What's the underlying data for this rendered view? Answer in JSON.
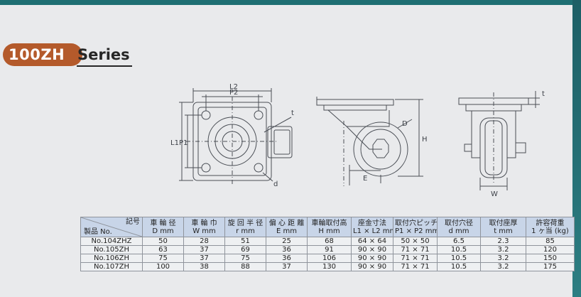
{
  "series": {
    "code": "100ZH",
    "name": "Series"
  },
  "drawing_labels": {
    "top_view": [
      "L2",
      "P2",
      "L1",
      "P1",
      "t",
      "d"
    ],
    "side_view": [
      "D",
      "H",
      "E"
    ],
    "front_view": [
      "t",
      "W"
    ]
  },
  "table": {
    "corner_top": "記号",
    "corner_bottom": "製品 No.",
    "columns": [
      {
        "top": "車 輪 径",
        "bottom": "D mm"
      },
      {
        "top": "車 輪 巾",
        "bottom": "W mm"
      },
      {
        "top": "旋 回 半 径",
        "bottom": "r mm"
      },
      {
        "top": "偏 心 距 離",
        "bottom": "E mm"
      },
      {
        "top": "車輪取付高",
        "bottom": "H mm"
      },
      {
        "top": "座金寸法",
        "bottom": "L1 × L2 mm"
      },
      {
        "top": "取付穴ピッチ",
        "bottom": "P1 × P2 mm"
      },
      {
        "top": "取付穴径",
        "bottom": "d mm"
      },
      {
        "top": "取付座厚",
        "bottom": "t mm"
      },
      {
        "top": "許容荷重",
        "bottom": "1 ヶ当 (kg)"
      }
    ],
    "rows": [
      {
        "no": "No.104ZHZ",
        "cells": [
          "50",
          "28",
          "51",
          "25",
          "68",
          "64 × 64",
          "50 × 50",
          "6.5",
          "2.3",
          "85"
        ]
      },
      {
        "no": "No.105ZH",
        "cells": [
          "63",
          "37",
          "69",
          "36",
          "91",
          "90 × 90",
          "71 × 71",
          "10.5",
          "3.2",
          "120"
        ]
      },
      {
        "no": "No.106ZH",
        "cells": [
          "75",
          "37",
          "75",
          "36",
          "106",
          "90 × 90",
          "71 × 71",
          "10.5",
          "3.2",
          "150"
        ]
      },
      {
        "no": "No.107ZH",
        "cells": [
          "100",
          "38",
          "88",
          "37",
          "130",
          "90 × 90",
          "71 × 71",
          "10.5",
          "3.2",
          "175"
        ]
      }
    ]
  },
  "colors": {
    "accent": "#b45a2b",
    "header_bg": "#c8d5e8",
    "page_bg": "#e9eaec",
    "frame": "#1f6f73"
  }
}
